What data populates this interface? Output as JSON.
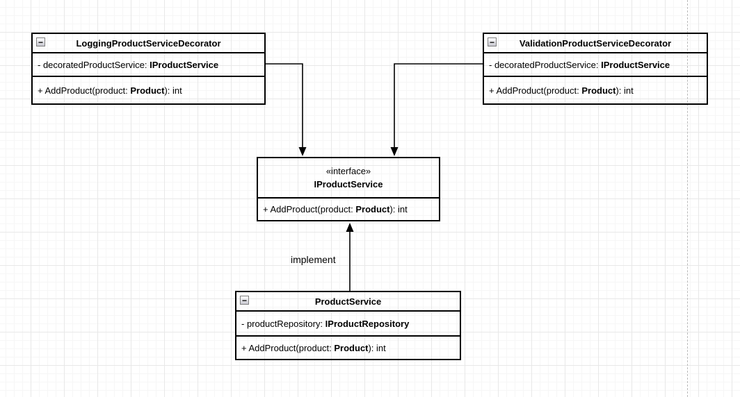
{
  "colors": {
    "stroke": "#000000",
    "grid_major": "#e8e8e8",
    "grid_minor": "#f6f6f6",
    "page_break": "#b9b9b9"
  },
  "icons": {
    "collapse_glyph": "−"
  },
  "classes": {
    "logging": {
      "title": "LoggingProductServiceDecorator",
      "attribute": {
        "prefix": "- decoratedProductService: ",
        "type": "IProductService",
        "suffix": ""
      },
      "method": {
        "prefix": "+ AddProduct(product: ",
        "type": "Product",
        "suffix": "): int"
      }
    },
    "validation": {
      "title": "ValidationProductServiceDecorator",
      "attribute": {
        "prefix": "- decoratedProductService: ",
        "type": "IProductService",
        "suffix": ""
      },
      "method": {
        "prefix": "+ AddProduct(product: ",
        "type": "Product",
        "suffix": "): int"
      }
    },
    "interface": {
      "stereotype": "«interface»",
      "title": "IProductService",
      "method": {
        "prefix": "+ AddProduct(product: ",
        "type": "Product",
        "suffix": "): int"
      }
    },
    "productservice": {
      "title": "ProductService",
      "attribute": {
        "prefix": "- productRepository: ",
        "type": "IProductRepository",
        "suffix": ""
      },
      "method": {
        "prefix": "+ AddProduct(product: ",
        "type": "Product",
        "suffix": "): int"
      }
    }
  },
  "edges": {
    "implement_label": "implement"
  }
}
